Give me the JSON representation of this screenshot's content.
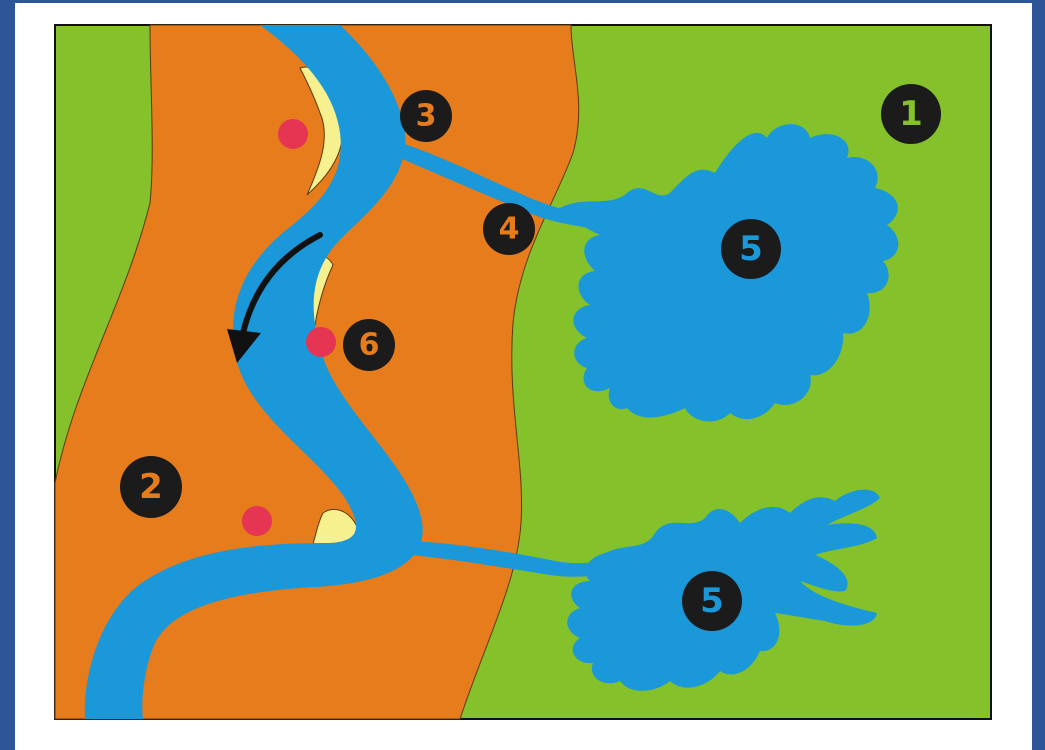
{
  "colors": {
    "frame_border": "#2e5597",
    "background": "#ffffff",
    "grass": "#84c12a",
    "floodplain": "#e77c1c",
    "river": "#1a98d9",
    "sand": "#f7f08e",
    "dot": "#e53553",
    "badge_fill": "#1b1b1b",
    "badge_text_orange": "#e77c1c",
    "badge_text_green": "#84c12a",
    "badge_text_blue": "#1a98d9",
    "arrow": "#111111"
  },
  "labels": {
    "l1": "1",
    "l2": "2",
    "l3": "3",
    "l4": "4",
    "l5a": "5",
    "l5b": "5",
    "l6": "6"
  },
  "icons": {
    "flow_arrow": "curved-arrow-icon",
    "marker": "red-dot-icon"
  }
}
